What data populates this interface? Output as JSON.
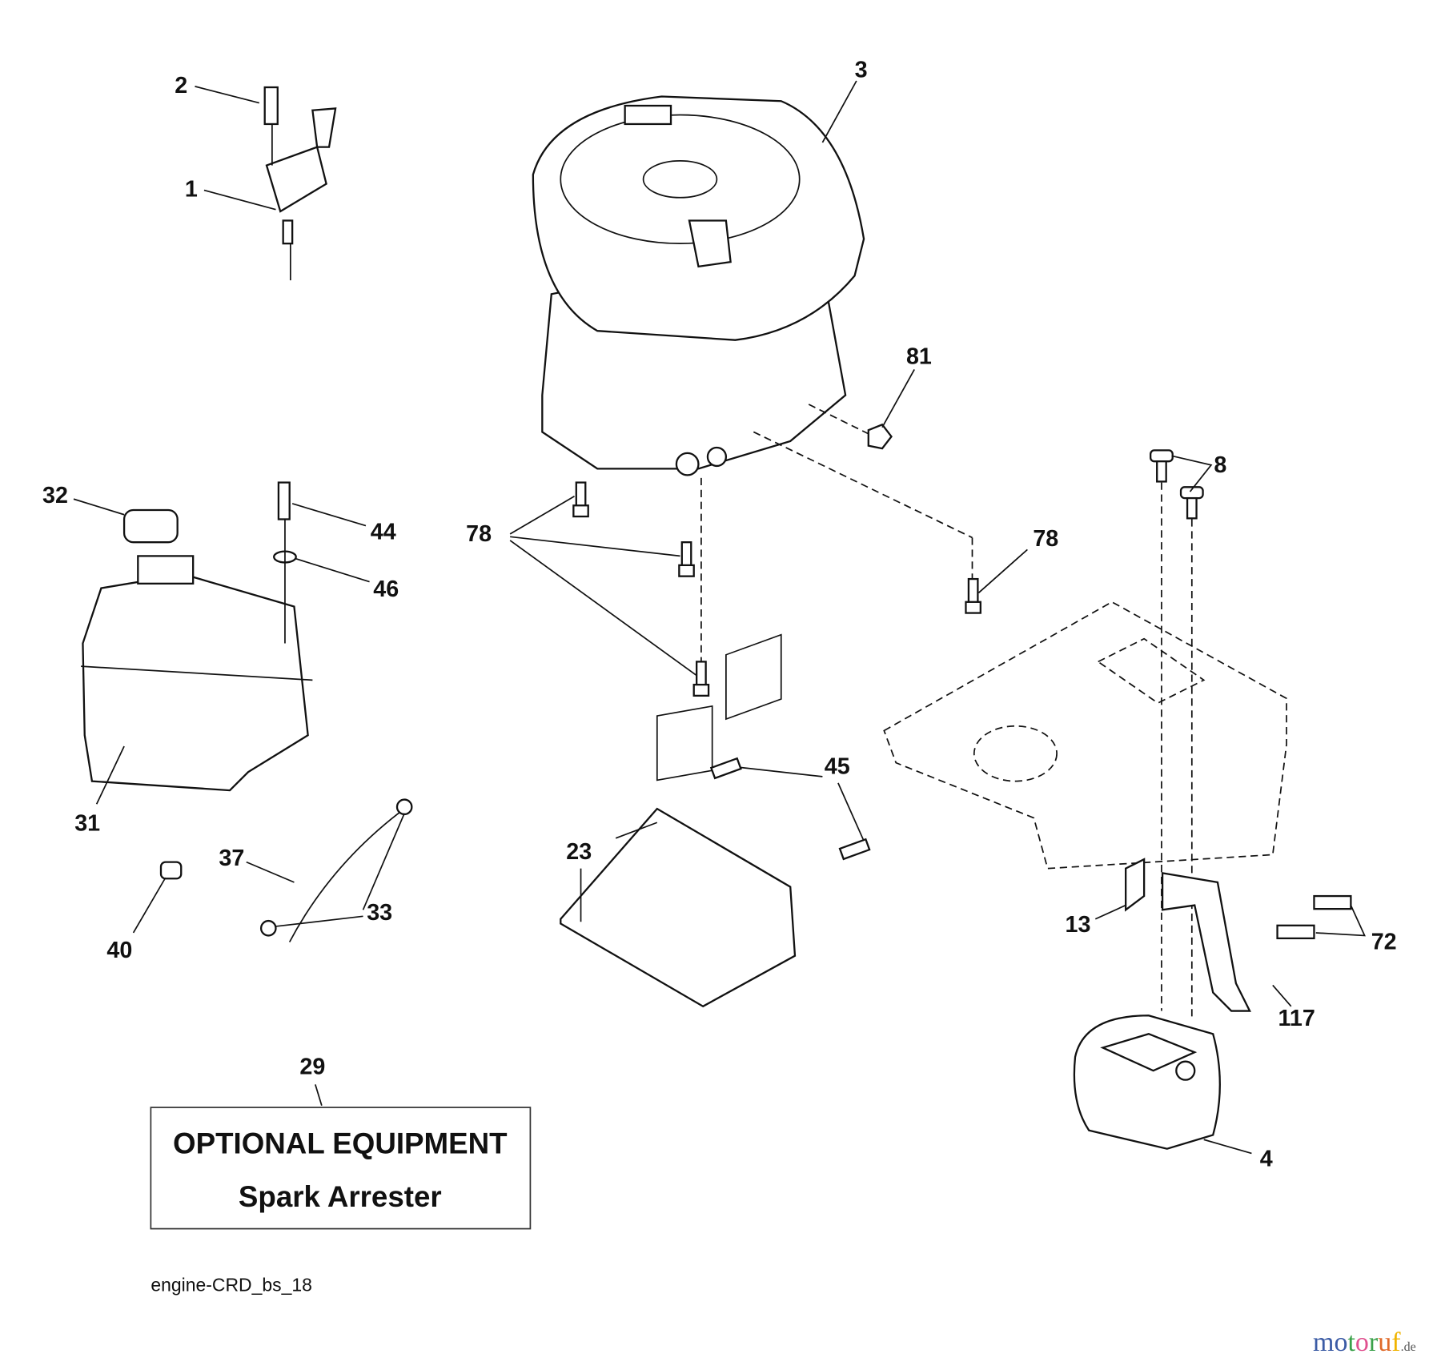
{
  "diagram": {
    "callouts": [
      "1",
      "2",
      "3",
      "4",
      "8",
      "13",
      "23",
      "29",
      "31",
      "32",
      "33",
      "37",
      "40",
      "44",
      "45",
      "46",
      "72",
      "78",
      "78",
      "81",
      "117"
    ],
    "optional_box": {
      "title": "OPTIONAL EQUIPMENT",
      "subtitle": "Spark Arrester"
    },
    "footer_code": "engine-CRD_bs_18"
  },
  "watermark": {
    "text": "motoruf",
    "suffix": ".de",
    "letter_colors": [
      "#3b5ba5",
      "#3b5ba5",
      "#3aa14a",
      "#e0508f",
      "#3aa14a",
      "#e06a2a",
      "#f0b400"
    ]
  }
}
